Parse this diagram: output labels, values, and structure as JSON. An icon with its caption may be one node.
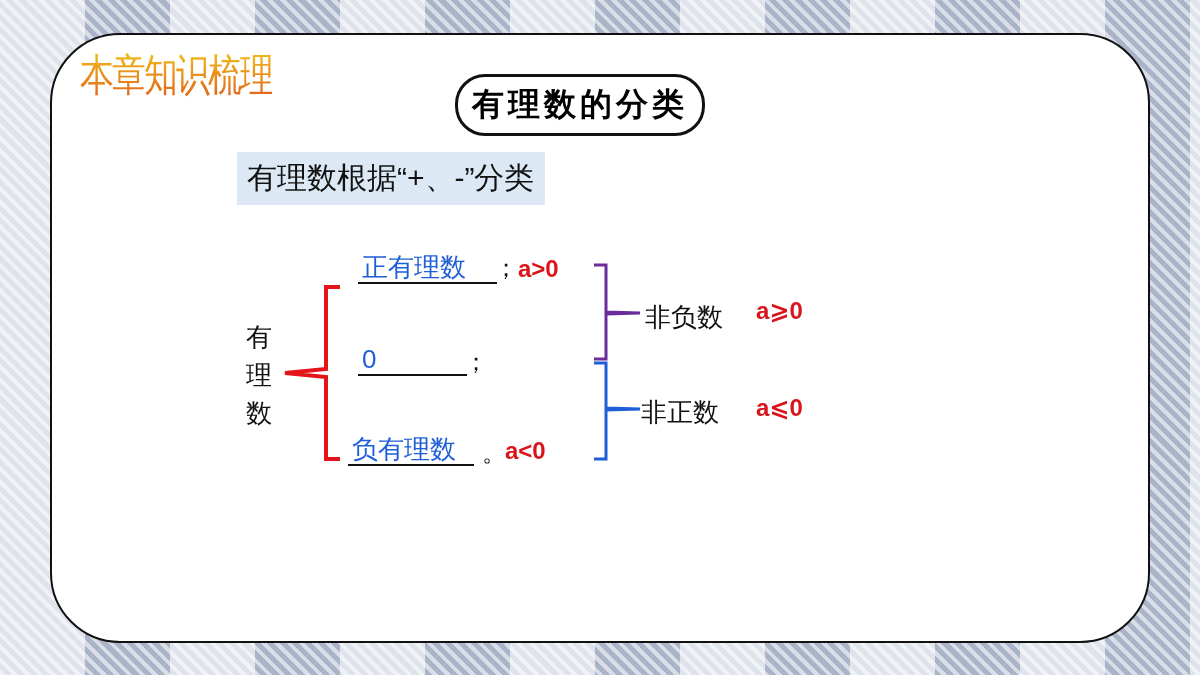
{
  "diagram": {
    "title": "本章知识梳理",
    "nodes": [
      {
        "text": [
          "有理数的分类"
        ]
      },
      {
        "text": [
          "有理数根据“+、-”分类"
        ]
      }
    ],
    "labels": [
      "正有理数",
      "；",
      "a>0",
      "有理数",
      "非负数",
      "a⩾0",
      "0",
      "；",
      "非正数",
      "a⩽0",
      "负有理数",
      "。",
      "a<0"
    ]
  }
}
